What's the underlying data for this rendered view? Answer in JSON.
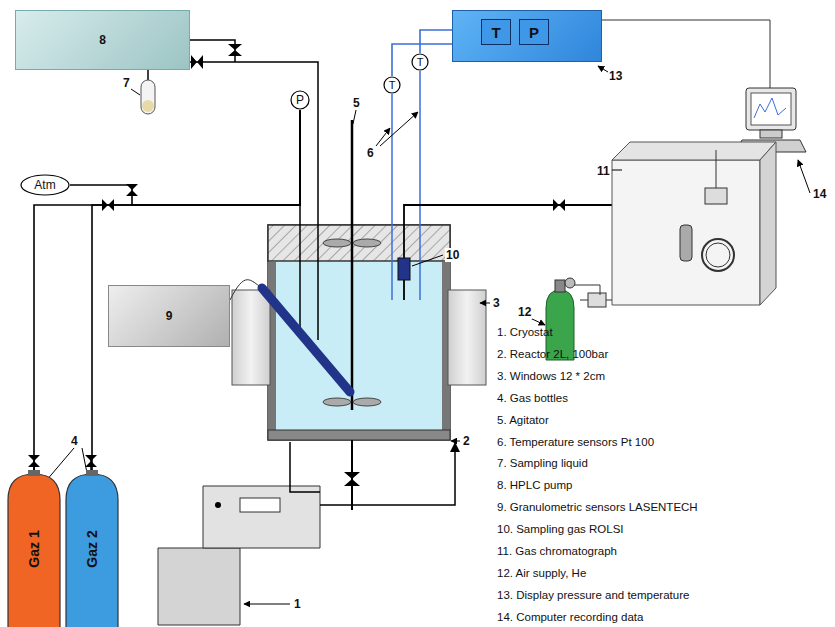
{
  "diagram": {
    "nodes": [
      {
        "text": [
          "8"
        ]
      },
      {
        "text": [
          "9"
        ]
      },
      {
        "text": [
          "Atm"
        ]
      },
      {
        "text": [
          "P"
        ]
      },
      {
        "text": [
          "13"
        ]
      },
      {
        "text": [
          "T"
        ],
        "in": 4
      },
      {
        "text": [
          "P"
        ],
        "in": 4
      },
      {
        "text": [
          "T"
        ]
      },
      {
        "text": [
          "T"
        ]
      },
      {
        "text": [
          "Gaz 1"
        ]
      },
      {
        "text": [
          "Gaz 2"
        ]
      }
    ],
    "edges": [
      {
        "from": 9,
        "to": 3,
        "arrow": "none"
      },
      {
        "from": 10,
        "to": 3,
        "arrow": "none"
      },
      {
        "from": 2,
        "to": 3,
        "arrow": "none"
      },
      {
        "from": 7,
        "to": 4,
        "arrow": "none"
      },
      {
        "from": 8,
        "to": 4,
        "arrow": "none"
      }
    ],
    "labels": [
      "7",
      "6",
      "5",
      "4",
      "3",
      "2",
      "1",
      "10",
      "11",
      "12",
      "14",
      "1. Cryostat",
      "2. Reactor 2L, 100bar",
      "3. Windows 12 * 2cm",
      "4. Gas bottles",
      "5. Agitator",
      "6. Temperature sensors Pt 100",
      "7. Sampling liquid",
      "8. HPLC pump",
      "9. Granulometric sensors LASENTECH",
      "10. Sampling gas ROLSI",
      "11. Gas chromatograph",
      "12. Air supply, He",
      "13. Display pressure and temperature",
      "14. Computer recording data"
    ]
  }
}
